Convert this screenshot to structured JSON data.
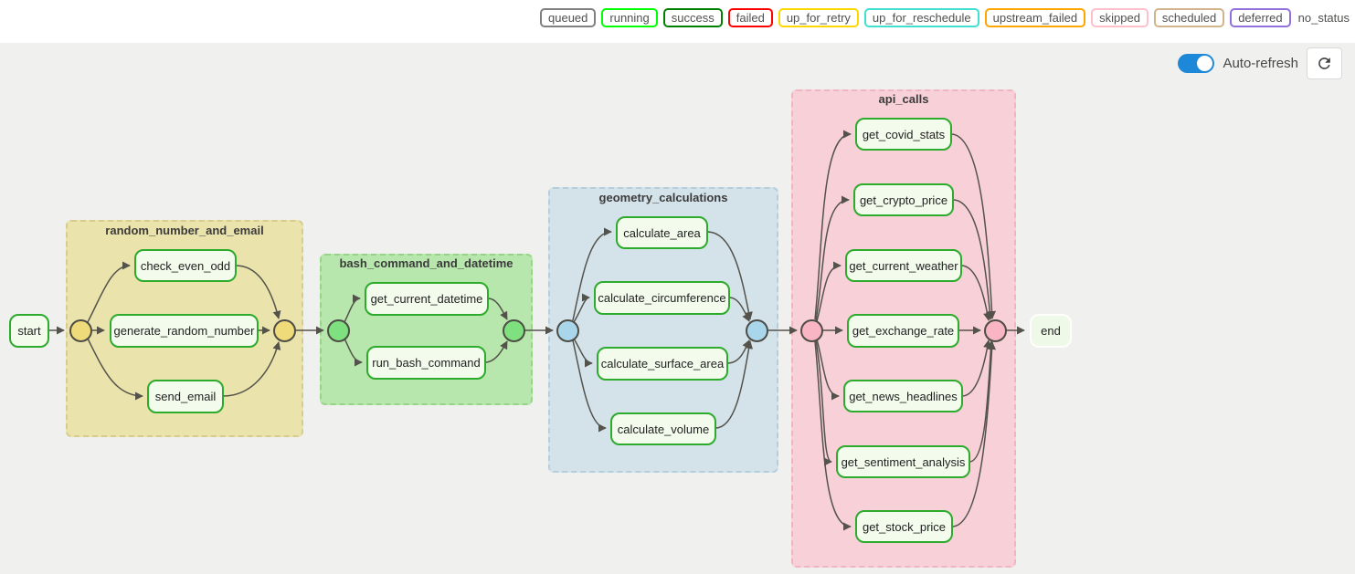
{
  "legend": {
    "items": [
      {
        "label": "queued",
        "color": "#808080"
      },
      {
        "label": "running",
        "color": "#00ff00"
      },
      {
        "label": "success",
        "color": "#008000"
      },
      {
        "label": "failed",
        "color": "#ff0000"
      },
      {
        "label": "up_for_retry",
        "color": "#ffd700"
      },
      {
        "label": "up_for_reschedule",
        "color": "#40e0d0"
      },
      {
        "label": "upstream_failed",
        "color": "#ffa500"
      },
      {
        "label": "skipped",
        "color": "#ffc0cb"
      },
      {
        "label": "scheduled",
        "color": "#d2b48c"
      },
      {
        "label": "deferred",
        "color": "#9370db"
      },
      {
        "label": "no_status",
        "color": "#ffffff"
      }
    ]
  },
  "toolbar": {
    "auto_refresh_label": "Auto-refresh",
    "auto_refresh_on": true,
    "accent_color": "#1e88d8"
  },
  "graph": {
    "start_label": "start",
    "end_label": "end",
    "task_border_color": "#2cab2c",
    "edge_color": "#54534b",
    "groups": [
      {
        "title": "random_number_and_email",
        "fill": "#ebe3ac",
        "circle_fill": "#f0db7b",
        "tasks": [
          "check_even_odd",
          "generate_random_number",
          "send_email"
        ]
      },
      {
        "title": "bash_command_and_datetime",
        "fill": "#b8e7ad",
        "circle_fill": "#7fe07f",
        "tasks": [
          "get_current_datetime",
          "run_bash_command"
        ]
      },
      {
        "title": "geometry_calculations",
        "fill": "#d4e2ea",
        "circle_fill": "#aad6ec",
        "tasks": [
          "calculate_area",
          "calculate_circumference",
          "calculate_surface_area",
          "calculate_volume"
        ]
      },
      {
        "title": "api_calls",
        "fill": "#f8d0d8",
        "circle_fill": "#f9b5c3",
        "tasks": [
          "get_covid_stats",
          "get_crypto_price",
          "get_current_weather",
          "get_exchange_rate",
          "get_news_headlines",
          "get_sentiment_analysis",
          "get_stock_price"
        ]
      }
    ]
  }
}
